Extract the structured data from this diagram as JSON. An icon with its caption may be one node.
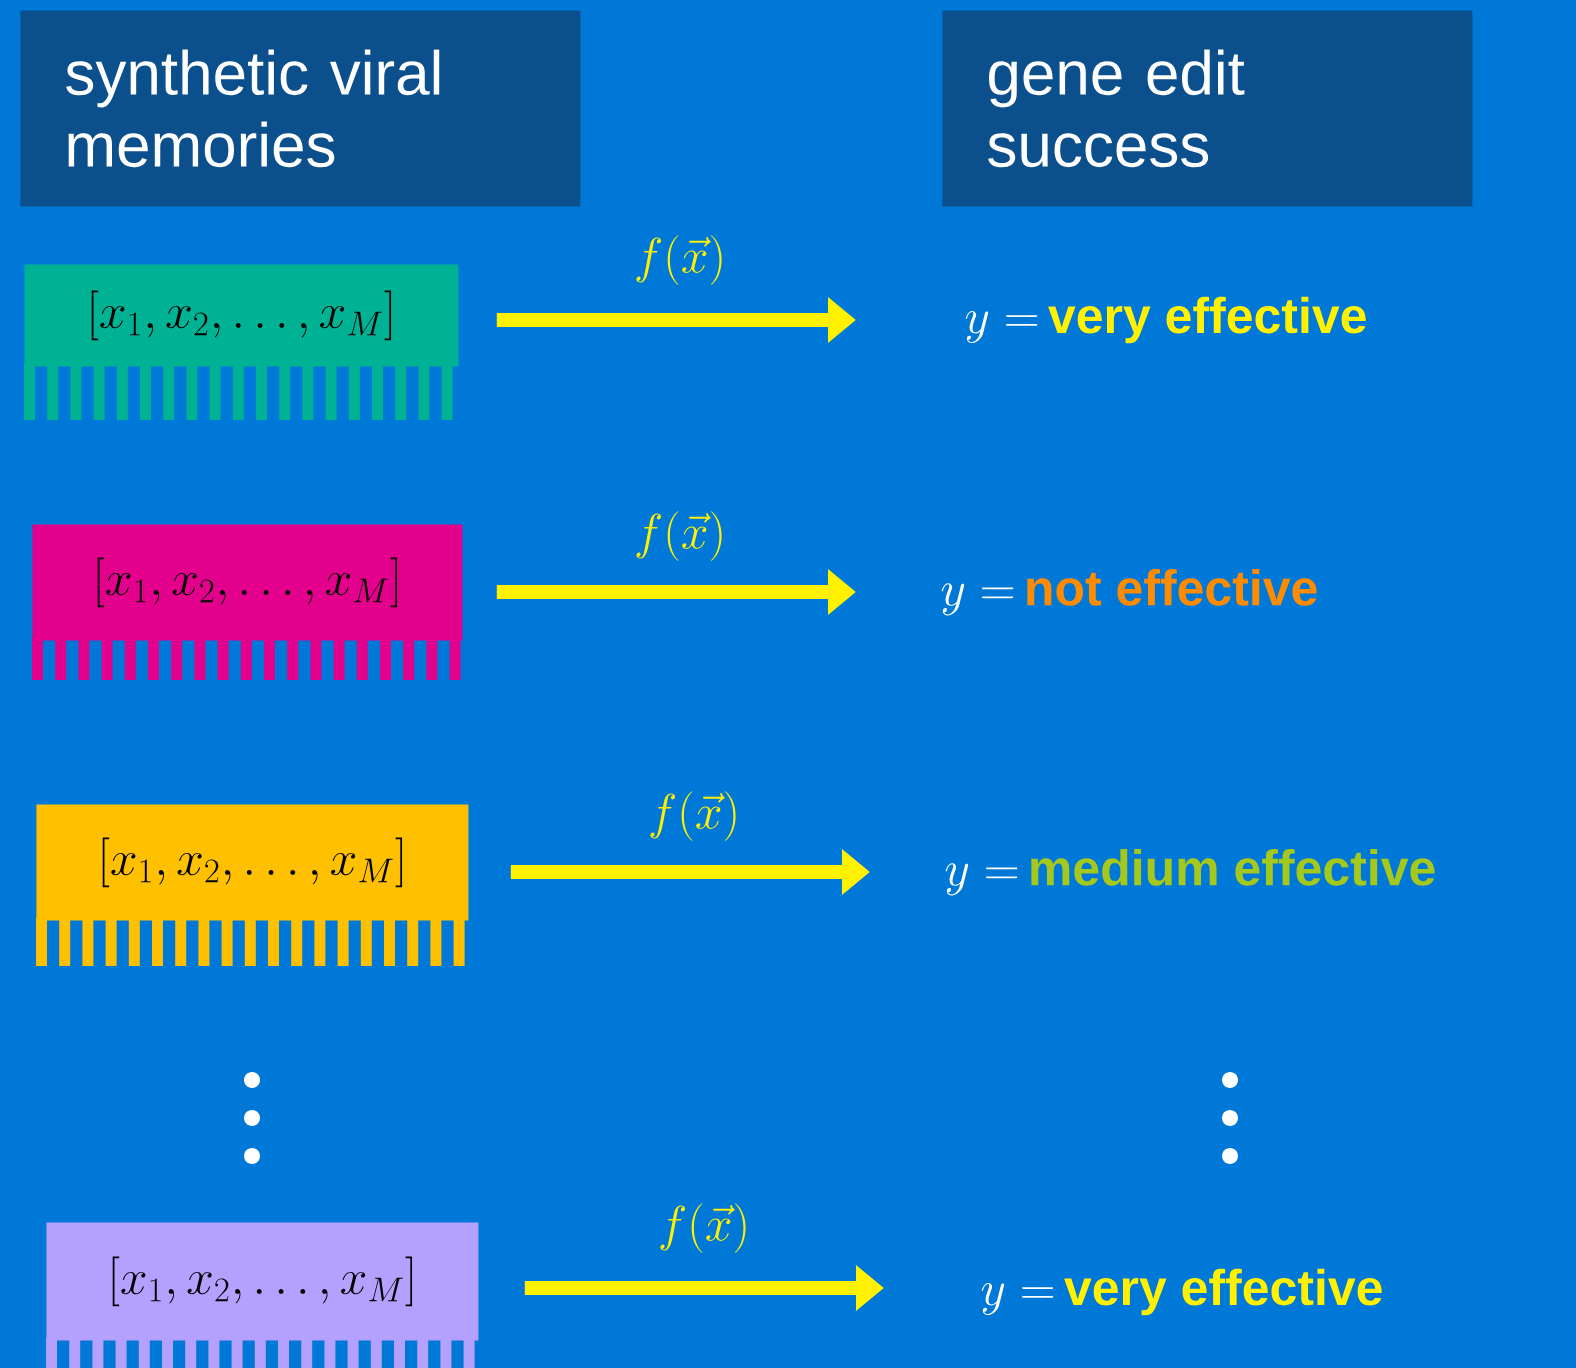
{
  "diagram": {
    "nodes": [
      {
        "text": [
          "synthetic viral memories"
        ]
      },
      {
        "text": [
          "gene edit success"
        ]
      },
      {
        "text": [
          "[x_1, x_2, \\ldots, x_M]"
        ]
      },
      {
        "text": [
          "y =",
          "very effective"
        ]
      },
      {
        "text": [
          "[x_1, x_2, \\ldots, x_M]"
        ]
      },
      {
        "text": [
          "y =",
          "not effective"
        ]
      },
      {
        "text": [
          "[x_1, x_2, \\ldots, x_M]"
        ]
      },
      {
        "text": [
          "y =",
          "medium effective"
        ]
      },
      {
        "text": [
          "[x_1, x_2, \\ldots, x_M]"
        ]
      },
      {
        "text": [
          "y =",
          "very effective"
        ]
      }
    ],
    "edges": [
      {
        "from": 2,
        "to": 3,
        "arrow": "to",
        "label": "f(\\vec{x})"
      },
      {
        "from": 4,
        "to": 5,
        "arrow": "to",
        "label": "f(\\vec{x})"
      },
      {
        "from": 6,
        "to": 7,
        "arrow": "to",
        "label": "f(\\vec{x})"
      },
      {
        "from": 8,
        "to": 9,
        "arrow": "to",
        "label": "f(\\vec{x})"
      }
    ]
  }
}
